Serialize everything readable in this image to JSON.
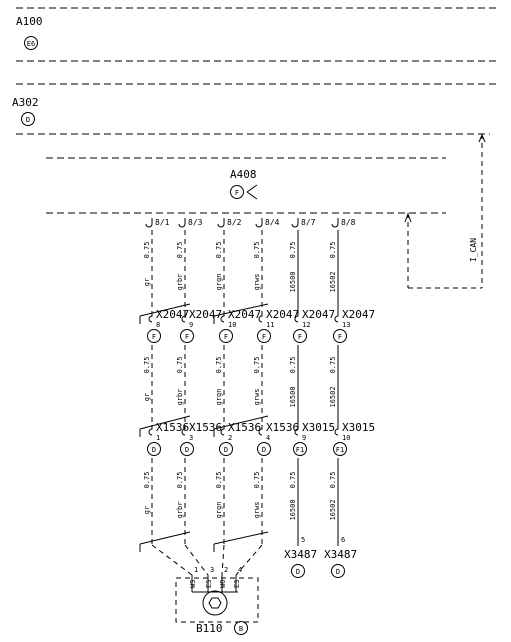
{
  "modules": {
    "a100": {
      "name": "A100",
      "code": "E6"
    },
    "a302": {
      "name": "A302",
      "code": "D"
    },
    "a408": {
      "name": "A408",
      "code": "F"
    }
  },
  "can_label": "I_CAN",
  "pins_top": [
    "8/1",
    "8/3",
    "8/2",
    "8/4",
    "8/7",
    "8/8"
  ],
  "wires_top": [
    {
      "id": "0.75",
      "color": "gr"
    },
    {
      "id": "0.75",
      "color": "grbr"
    },
    {
      "id": "0.75",
      "color": "grgn"
    },
    {
      "id": "0.75",
      "color": "grws"
    },
    {
      "id": "0.75",
      "color": "16500"
    },
    {
      "id": "0.75",
      "color": "16502"
    }
  ],
  "connectors_mid": [
    {
      "name": "X2047",
      "pin": "8",
      "code": "F"
    },
    {
      "name": "X2047",
      "pin": "9",
      "code": "F"
    },
    {
      "name": "X2047",
      "pin": "10",
      "code": "F"
    },
    {
      "name": "X2047",
      "pin": "11",
      "code": "F"
    },
    {
      "name": "X2047",
      "pin": "12",
      "code": "F"
    },
    {
      "name": "X2047",
      "pin": "13",
      "code": "F"
    }
  ],
  "wires_mid": [
    {
      "id": "0.75",
      "color": "gr"
    },
    {
      "id": "0.75",
      "color": "grbr"
    },
    {
      "id": "0.75",
      "color": "grgn"
    },
    {
      "id": "0.75",
      "color": "grws"
    },
    {
      "id": "0.75",
      "color": "16500"
    },
    {
      "id": "0.75",
      "color": "16502"
    }
  ],
  "connectors_low": [
    {
      "name": "X1536",
      "pin": "1",
      "code": "D"
    },
    {
      "name": "X1536",
      "pin": "3",
      "code": "D"
    },
    {
      "name": "X1536",
      "pin": "2",
      "code": "D"
    },
    {
      "name": "X1536",
      "pin": "4",
      "code": "D"
    },
    {
      "name": "X3015",
      "pin": "9",
      "code": "F1"
    },
    {
      "name": "X3015",
      "pin": "10",
      "code": "F1"
    }
  ],
  "wires_low": [
    {
      "id": "0.75",
      "color": "gr"
    },
    {
      "id": "0.75",
      "color": "grbr"
    },
    {
      "id": "0.75",
      "color": "grgn"
    },
    {
      "id": "0.75",
      "color": "grws"
    },
    {
      "id": "0.75",
      "color": "16500"
    },
    {
      "id": "0.75",
      "color": "16502"
    }
  ],
  "bottom_connectors": [
    {
      "name": "X3487",
      "pin": "5",
      "code": "D"
    },
    {
      "name": "X3487",
      "pin": "6",
      "code": "D"
    }
  ],
  "sensor": {
    "name": "B110",
    "code": "B",
    "pins": [
      "1",
      "3",
      "2",
      "4"
    ],
    "pin_labels": [
      "WS",
      "ES",
      "WO",
      "ES"
    ]
  }
}
